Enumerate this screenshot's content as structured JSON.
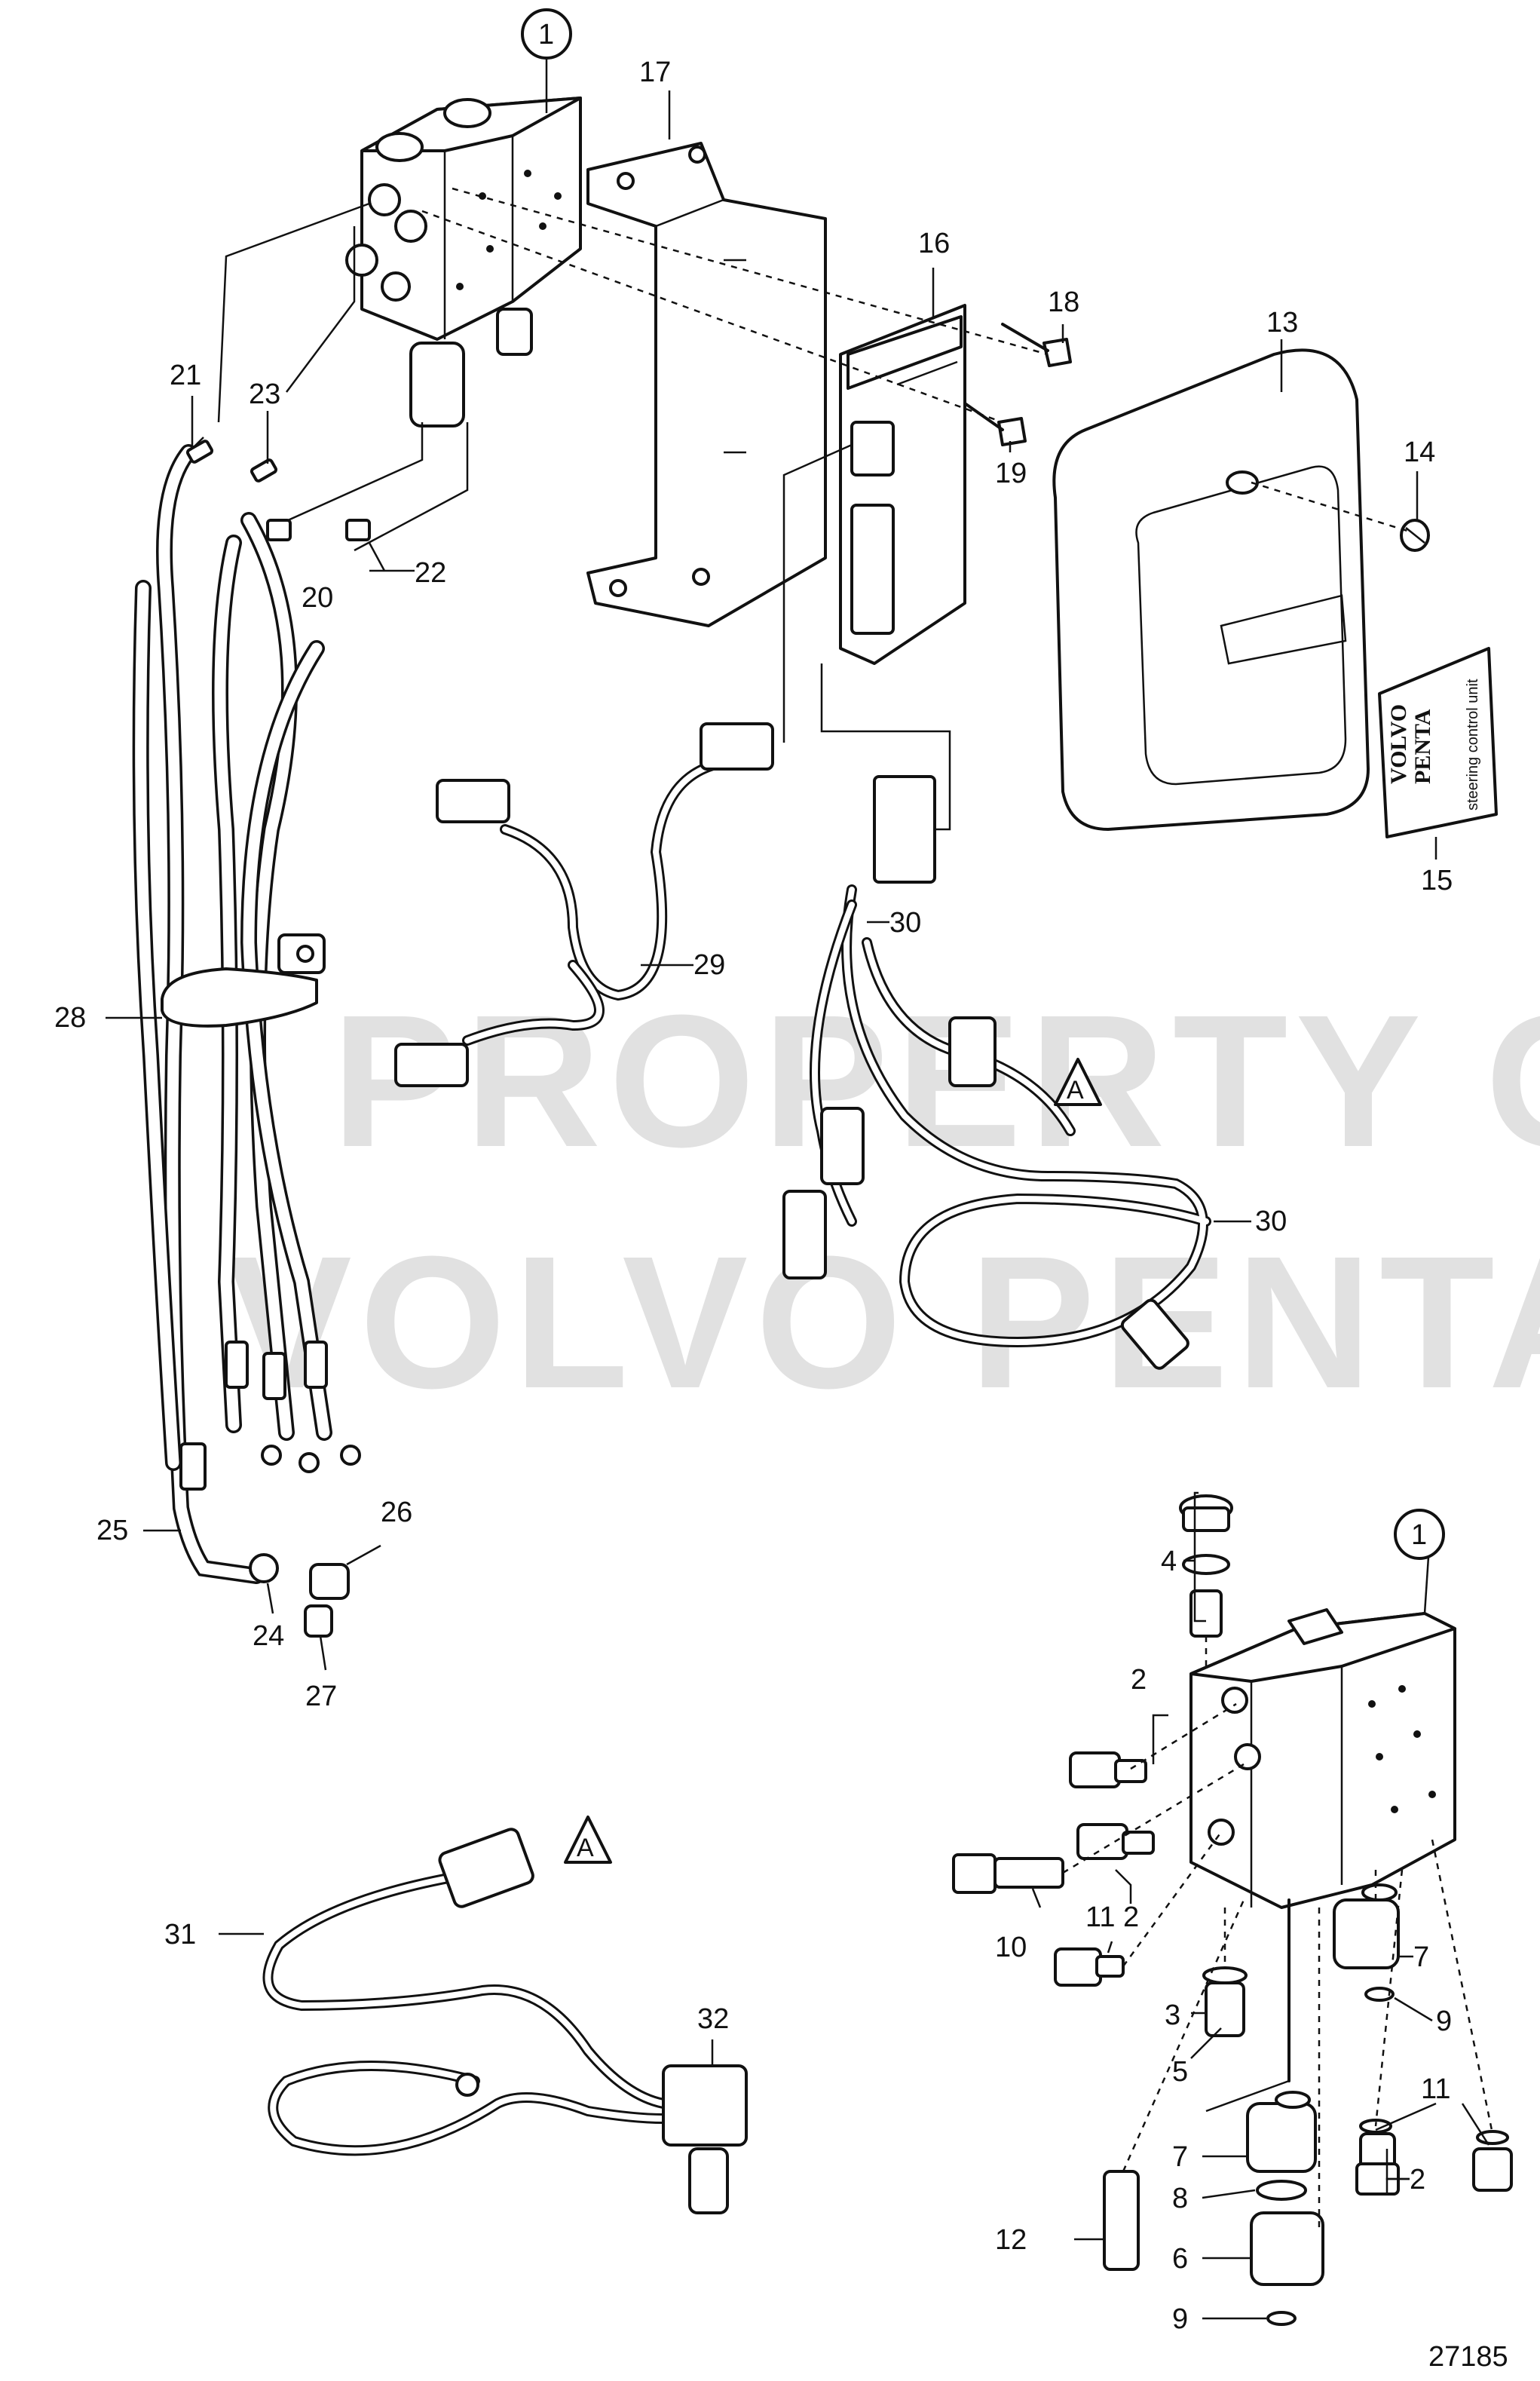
{
  "watermark": {
    "line1": "PROPERTY OF",
    "line2": "VOLVO PENTA"
  },
  "sticker": {
    "brand_line1": "VOLVO",
    "brand_line2": "PENTA",
    "caption": "steering control unit"
  },
  "reference_a": "A",
  "figure_number": "27185",
  "labels": {
    "l1a": "1",
    "l1b": "1",
    "l2a": "2",
    "l2b": "2",
    "l2c": "2",
    "l3": "3",
    "l4": "4",
    "l5": "5",
    "l6": "6",
    "l7a": "7",
    "l7b": "7",
    "l8": "8",
    "l9a": "9",
    "l9b": "9",
    "l10": "10",
    "l11a": "11",
    "l11b": "11",
    "l12": "12",
    "l13": "13",
    "l14": "14",
    "l15": "15",
    "l16": "16",
    "l17": "17",
    "l18": "18",
    "l19": "19",
    "l20": "20",
    "l21": "21",
    "l22": "22",
    "l23": "23",
    "l24": "24",
    "l25": "25",
    "l26": "26",
    "l27": "27",
    "l28": "28",
    "l29": "29",
    "l30a": "30",
    "l30b": "30",
    "l31": "31",
    "l32": "32"
  }
}
